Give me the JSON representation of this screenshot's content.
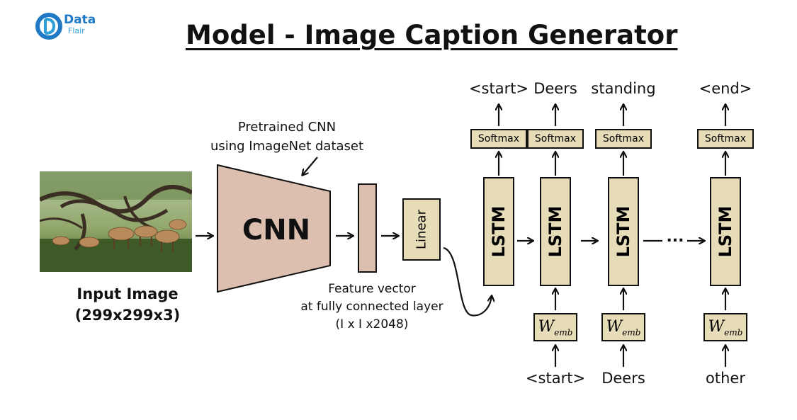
{
  "logo": {
    "name": "Data",
    "sub": "Flair"
  },
  "title": "Model - Image Caption Generator",
  "input_caption": [
    "Input Image",
    "(299x299x3)"
  ],
  "cnn": {
    "label": "CNN",
    "note": [
      "Pretrained CNN",
      "using ImageNet dataset"
    ]
  },
  "feature": [
    "Feature vector",
    "at fully connected layer",
    "(I x I x2048)"
  ],
  "linear": "Linear",
  "lstm_label": "LSTM",
  "softmax_label": "Softmax",
  "wemb": {
    "main": "W",
    "sub": "emb"
  },
  "ellipsis": "...",
  "outputs": [
    "<start>",
    "Deers",
    "standing",
    "<end>"
  ],
  "inputs": [
    "<start>",
    "Deers",
    "other"
  ],
  "colors": {
    "box_fill": "#e6dcb8",
    "cnn_fill": "#dcbfae",
    "logo_blue": "#1f79c4"
  }
}
